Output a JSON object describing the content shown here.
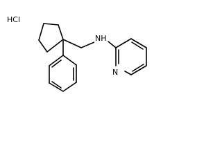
{
  "molecule": {
    "salt_label": "HCl",
    "amine_label": "NH",
    "ring_nitrogen_label": "N"
  }
}
